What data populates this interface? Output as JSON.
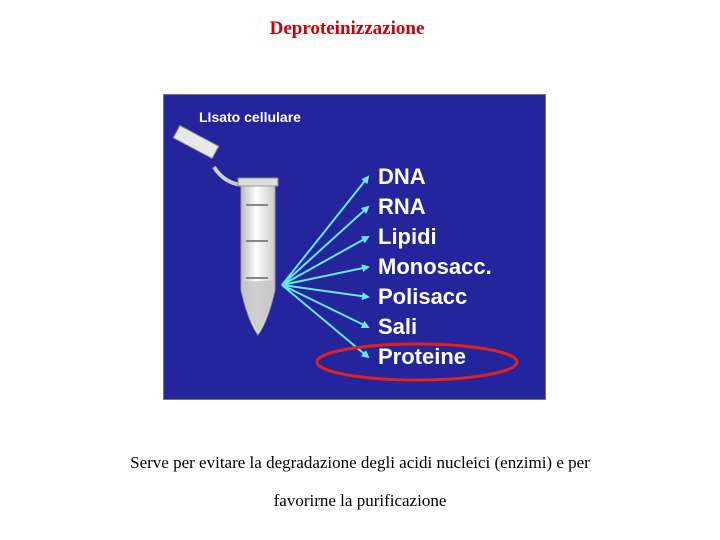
{
  "title": "Deproteinizzazione",
  "figure": {
    "label": "LIsato cellulare",
    "components": [
      "DNA",
      "RNA",
      "Lipidi",
      "Monosacc.",
      "Polisacc",
      "Sali",
      "Proteine"
    ],
    "highlighted": "Proteine",
    "colors": {
      "background": "#24249c",
      "arrows": "#66e8e8",
      "highlight_ring": "#dd2222",
      "label_text": "#ffffff"
    }
  },
  "caption": {
    "line1": "Serve per evitare la degradazione degli acidi nucleici (enzimi) e per",
    "line2": "favorirne la purificazione"
  }
}
